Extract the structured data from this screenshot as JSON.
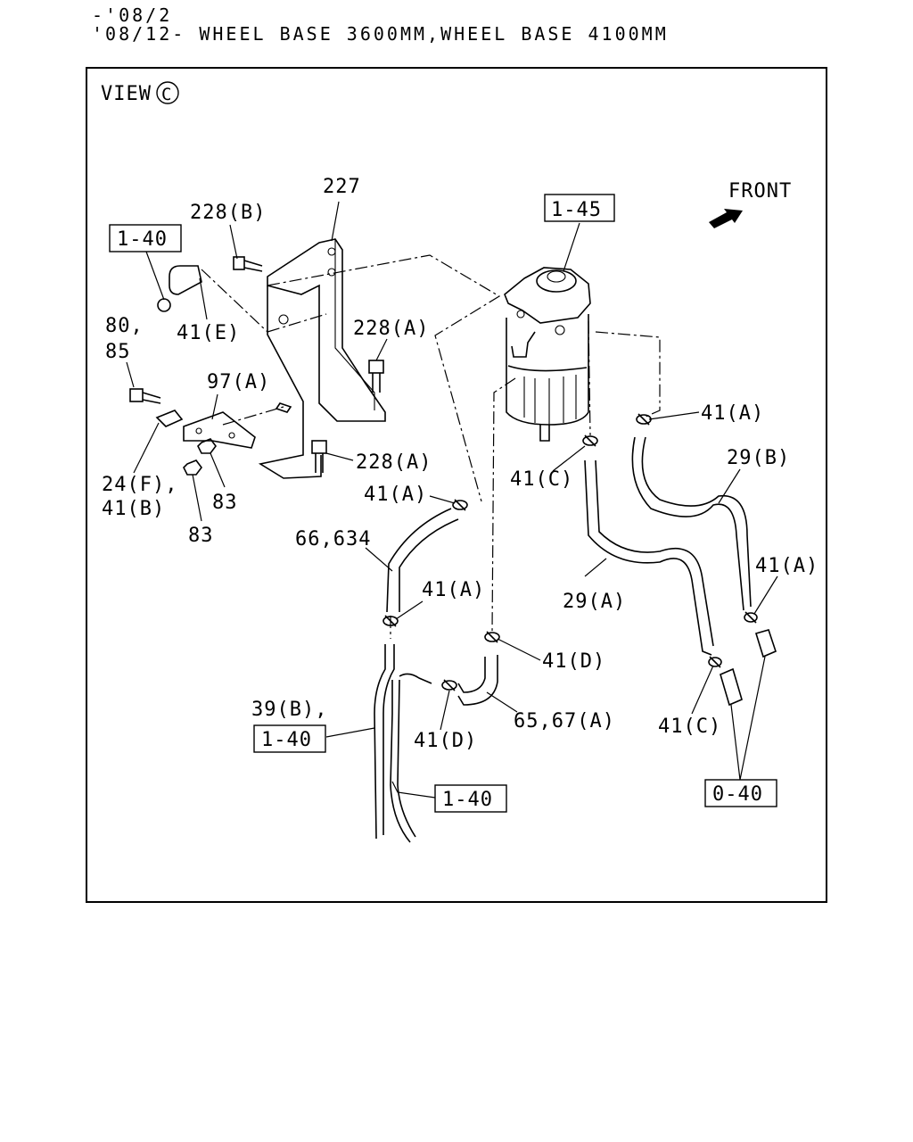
{
  "header": {
    "line1": "-'08/2",
    "line2": "'08/12- WHEEL BASE 3600MM,WHEEL BASE 4100MM"
  },
  "view": {
    "label": "VIEW",
    "circle": "C"
  },
  "front": {
    "label": "FRONT"
  },
  "callouts": {
    "c227": "227",
    "c228b": "228(B)",
    "c228a_top": "228(A)",
    "c228a_bot": "228(A)",
    "c41e": "41(E)",
    "c80": "80,",
    "c85": "85",
    "c97a": "97(A)",
    "c24f": "24(F),",
    "c41b": "41(B)",
    "c83a": "83",
    "c83b": "83",
    "c41a_mid": "41(A)",
    "c41a_right": "41(A)",
    "c41a_lower": "41(A)",
    "c41a_far": "41(A)",
    "c41c_top": "41(C)",
    "c41c_bot": "41(C)",
    "c29b": "29(B)",
    "c29a": "29(A)",
    "c66": "66,634",
    "c41d_right": "41(D)",
    "c41d_bot": "41(D)",
    "c6567": "65,67(A)",
    "c39b": "39(B),"
  },
  "refboxes": {
    "r145": "1-45",
    "r140_top": "1-40",
    "r140_left": "1-40",
    "r140_bot": "1-40",
    "r040": "0-40"
  }
}
